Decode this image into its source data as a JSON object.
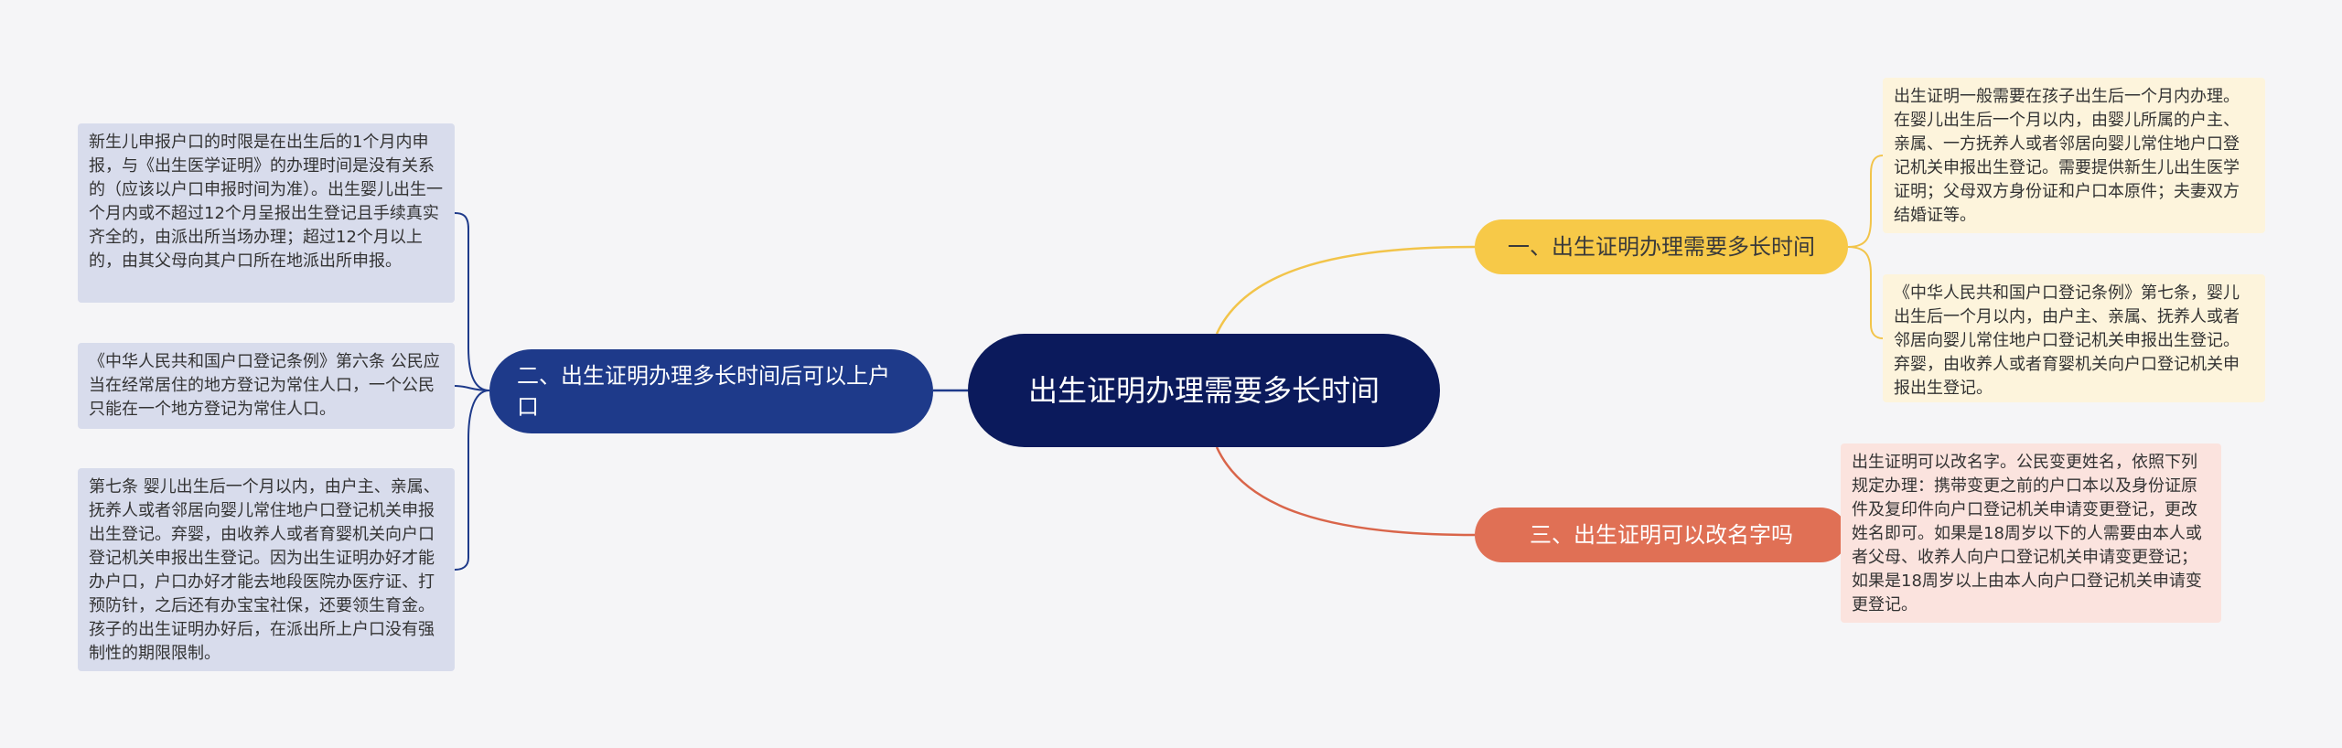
{
  "root": {
    "title": "出生证明办理需要多长时间"
  },
  "branches": [
    {
      "label": "一、出生证明办理需要多长时间",
      "leaves": [
        "出生证明一般需要在孩子出生后一个月内办理。在婴儿出生后一个月以内，由婴儿所属的户主、亲属、一方抚养人或者邻居向婴儿常住地户口登记机关申报出生登记。需要提供新生儿出生医学证明；父母双方身份证和户口本原件；夫妻双方结婚证等。",
        "《中华人民共和国户口登记条例》第七条，婴儿出生后一个月以内，由户主、亲属、抚养人或者邻居向婴儿常住地户口登记机关申报出生登记。弃婴，由收养人或者育婴机关向户口登记机关申报出生登记。"
      ]
    },
    {
      "label": "二、出生证明办理多长时间后可以上户口",
      "leaves": [
        "新生儿申报户口的时限是在出生后的1个月内申报，与《出生医学证明》的办理时间是没有关系的（应该以户口申报时间为准）。出生婴儿出生一个月内或不超过12个月呈报出生登记且手续真实齐全的，由派出所当场办理；超过12个月以上的，由其父母向其户口所在地派出所申报。",
        "《中华人民共和国户口登记条例》第六条 公民应当在经常居住的地方登记为常住人口，一个公民只能在一个地方登记为常住人口。",
        "第七条 婴儿出生后一个月以内，由户主、亲属、抚养人或者邻居向婴儿常住地户口登记机关申报出生登记。弃婴，由收养人或者育婴机关向户口登记机关申报出生登记。因为出生证明办好才能办户口，户口办好才能去地段医院办医疗证、打预防针，之后还有办宝宝社保，还要领生育金。孩子的出生证明办好后，在派出所上户口没有强制性的期限限制。"
      ]
    },
    {
      "label": "三、出生证明可以改名字吗",
      "leaves": [
        "出生证明可以改名字。公民变更姓名，依照下列规定办理：携带变更之前的户口本以及身份证原件及复印件向户口登记机关申请变更登记，更改姓名即可。如果是18周岁以下的人需要由本人或者父母、收养人向户口登记机关申请变更登记；如果是18周岁以上由本人向户口登记机关申请变更登记。"
      ]
    }
  ],
  "colors": {
    "root": "#0b1a5c",
    "branch1": "#f7c948",
    "branch2": "#1e3a8a",
    "branch3": "#e07055",
    "background": "#f5f5f7"
  }
}
